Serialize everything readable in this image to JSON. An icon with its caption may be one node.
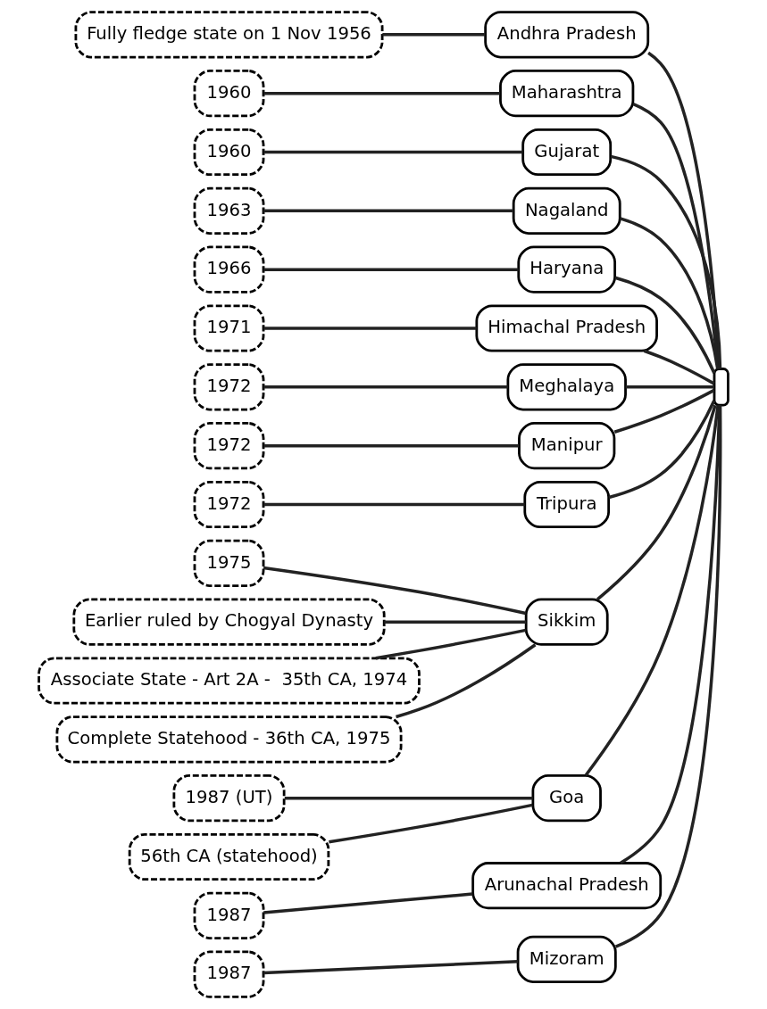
{
  "diagram": {
    "nodes": [
      {
        "text": [],
        "shape": "box"
      },
      {
        "text": [
          "Andhra Pradesh"
        ]
      },
      {
        "text": [
          "Fully fledge state on 1 Nov 1956"
        ]
      },
      {
        "text": [
          "Maharashtra"
        ]
      },
      {
        "text": [
          "1960"
        ]
      },
      {
        "text": [
          "Gujarat"
        ]
      },
      {
        "text": [
          "1960"
        ]
      },
      {
        "text": [
          "Nagaland"
        ]
      },
      {
        "text": [
          "1963"
        ]
      },
      {
        "text": [
          "Haryana"
        ]
      },
      {
        "text": [
          "1966"
        ]
      },
      {
        "text": [
          "Himachal Pradesh"
        ]
      },
      {
        "text": [
          "1971"
        ]
      },
      {
        "text": [
          "Meghalaya"
        ]
      },
      {
        "text": [
          "1972"
        ]
      },
      {
        "text": [
          "Manipur"
        ]
      },
      {
        "text": [
          "1972"
        ]
      },
      {
        "text": [
          "Tripura"
        ]
      },
      {
        "text": [
          "1972"
        ]
      },
      {
        "text": [
          "Sikkim"
        ]
      },
      {
        "text": [
          "1975"
        ]
      },
      {
        "text": [
          "Earlier ruled by Chogyal Dynasty"
        ]
      },
      {
        "text": [
          "Associate State - Art 2A -  35th CA, 1974"
        ]
      },
      {
        "text": [
          "Complete Statehood - 36th CA, 1975"
        ]
      },
      {
        "text": [
          "Goa"
        ]
      },
      {
        "text": [
          "1987 (UT)"
        ]
      },
      {
        "text": [
          "56th CA (statehood)"
        ]
      },
      {
        "text": [
          "Arunachal Pradesh"
        ]
      },
      {
        "text": [
          "1987"
        ]
      },
      {
        "text": [
          "Mizoram"
        ]
      },
      {
        "text": [
          "1987"
        ]
      }
    ],
    "edges": [
      {
        "from": 0,
        "to": 1,
        "arrow": "none"
      },
      {
        "from": 1,
        "to": 2,
        "arrow": "none"
      },
      {
        "from": 0,
        "to": 3,
        "arrow": "none"
      },
      {
        "from": 3,
        "to": 4,
        "arrow": "none"
      },
      {
        "from": 0,
        "to": 5,
        "arrow": "none"
      },
      {
        "from": 5,
        "to": 6,
        "arrow": "none"
      },
      {
        "from": 0,
        "to": 7,
        "arrow": "none"
      },
      {
        "from": 7,
        "to": 8,
        "arrow": "none"
      },
      {
        "from": 0,
        "to": 9,
        "arrow": "none"
      },
      {
        "from": 9,
        "to": 10,
        "arrow": "none"
      },
      {
        "from": 0,
        "to": 11,
        "arrow": "none"
      },
      {
        "from": 11,
        "to": 12,
        "arrow": "none"
      },
      {
        "from": 0,
        "to": 13,
        "arrow": "none"
      },
      {
        "from": 13,
        "to": 14,
        "arrow": "none"
      },
      {
        "from": 0,
        "to": 15,
        "arrow": "none"
      },
      {
        "from": 15,
        "to": 16,
        "arrow": "none"
      },
      {
        "from": 0,
        "to": 17,
        "arrow": "none"
      },
      {
        "from": 17,
        "to": 18,
        "arrow": "none"
      },
      {
        "from": 0,
        "to": 19,
        "arrow": "none"
      },
      {
        "from": 19,
        "to": 20,
        "arrow": "none"
      },
      {
        "from": 19,
        "to": 21,
        "arrow": "none"
      },
      {
        "from": 19,
        "to": 22,
        "arrow": "none"
      },
      {
        "from": 19,
        "to": 23,
        "arrow": "none"
      },
      {
        "from": 0,
        "to": 24,
        "arrow": "none"
      },
      {
        "from": 24,
        "to": 25,
        "arrow": "none"
      },
      {
        "from": 24,
        "to": 26,
        "arrow": "none"
      },
      {
        "from": 0,
        "to": 27,
        "arrow": "none"
      },
      {
        "from": 27,
        "to": 28,
        "arrow": "none"
      },
      {
        "from": 0,
        "to": 29,
        "arrow": "none"
      },
      {
        "from": 29,
        "to": 30,
        "arrow": "none"
      }
    ]
  }
}
